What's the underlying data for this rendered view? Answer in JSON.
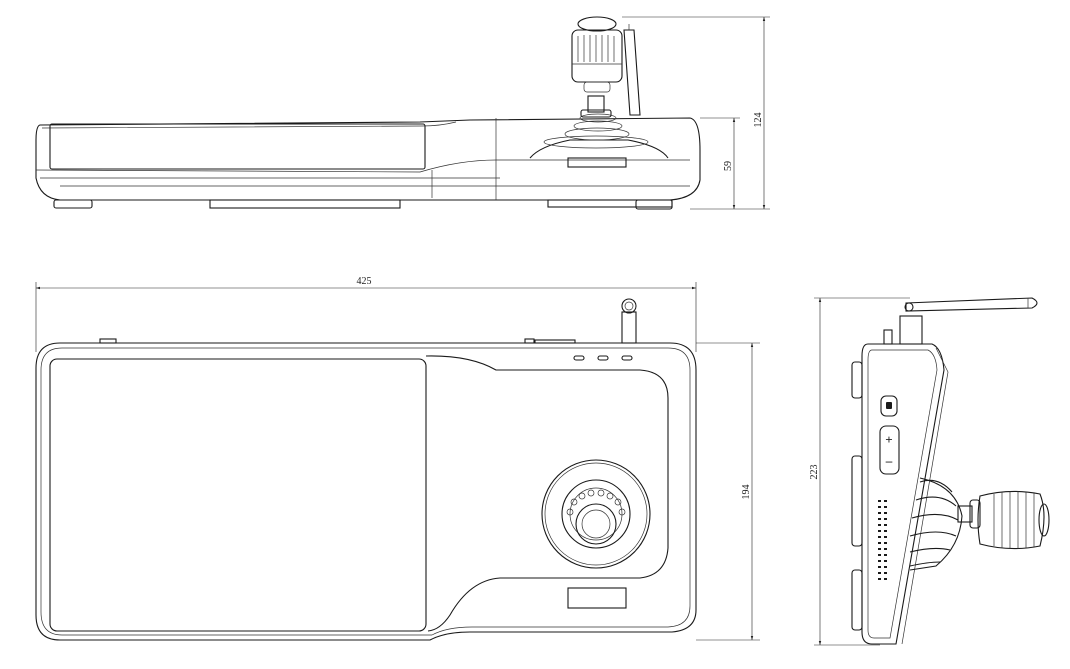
{
  "drawing": {
    "line_color": "#1a1a1a",
    "background": "#ffffff",
    "dimensions": {
      "top_total_height": "124",
      "top_body_height": "59",
      "front_width": "425",
      "front_height": "194",
      "side_height": "223"
    },
    "side_buttons": {
      "plus": "+",
      "minus": "–"
    }
  }
}
